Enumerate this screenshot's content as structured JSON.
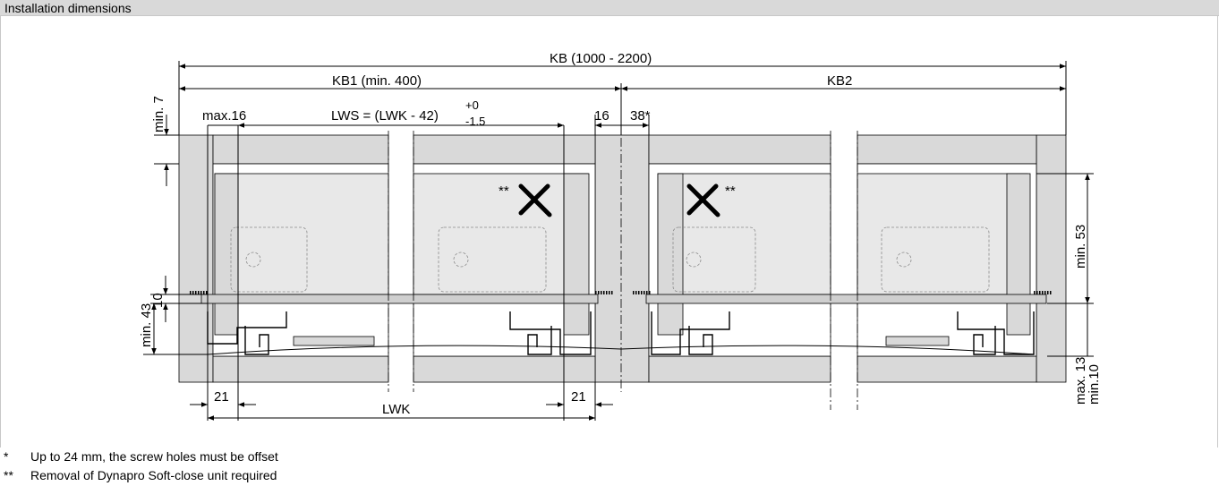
{
  "header": {
    "title": "Installation dimensions"
  },
  "dimensions": {
    "kb": "KB  (1000 - 2200)",
    "kb1": "KB1 (min. 400)",
    "kb2": "KB2",
    "lws": "LWS = (LWK - 42)",
    "lws_tol_upper": "+0",
    "lws_tol_lower": "-1.5",
    "max16": "max.16",
    "dim16": "16",
    "dim38": "38*",
    "min7": "min. 7",
    "min53": "min. 53",
    "min43": "min. 43",
    "dim10": "10",
    "dim21_left": "21",
    "dim21_right": "21",
    "lwk": "LWK",
    "max13": "max. 13",
    "min10": "min.10",
    "tool_marker_left": "**",
    "tool_marker_right": "**"
  },
  "notes": [
    {
      "mark": "*",
      "text": "Up to 24 mm, the screw holes must be offset"
    },
    {
      "mark": "**",
      "text": "Removal of Dynapro Soft-close unit required"
    }
  ],
  "colors": {
    "panel": "#d9d9d9",
    "drawer": "#e6e6e6",
    "line": "#000000",
    "header": "#d9d9d9"
  }
}
